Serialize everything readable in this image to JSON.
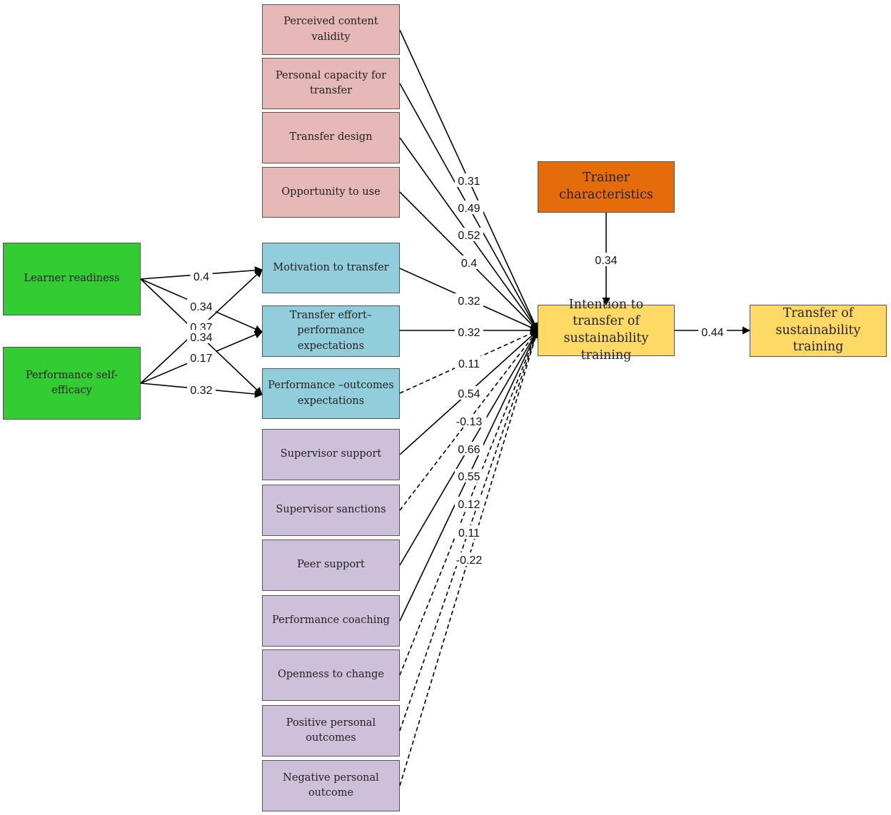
{
  "colors": {
    "content_factor": "#e6b8b7",
    "learner_trait": "#33cc33",
    "expectation": "#92cddc",
    "work_environment": "#ccc0da",
    "trainer": "#e46c0a",
    "outcome": "#ffd966",
    "edge": "#000000"
  },
  "nodes": {
    "perceived_content_validity": "Perceived content validity",
    "personal_capacity": "Personal capacity for transfer",
    "transfer_design": "Transfer design",
    "opportunity_to_use": "Opportunity to use",
    "learner_readiness": "Learner readiness",
    "performance_self_efficacy": "Performance self-efficacy",
    "motivation_to_transfer": "Motivation to transfer",
    "transfer_effort": "Transfer effort–performance expectations",
    "performance_outcomes": "Performance –outcomes expectations",
    "supervisor_support": "Supervisor support",
    "supervisor_sanctions": "Supervisor sanctions",
    "peer_support": "Peer support",
    "performance_coaching": "Performance coaching",
    "openness_to_change": "Openness to change",
    "positive_personal_outcomes": "Positive personal outcomes",
    "negative_personal_outcome": "Negative personal outcome",
    "trainer_characteristics": "Trainer characteristics",
    "intention_to_transfer": "Intention to transfer of sustainability training",
    "transfer_of_training": "Transfer of sustainability training"
  },
  "edges": [
    {
      "from": "perceived_content_validity",
      "to": "intention_to_transfer",
      "weight": "0.31",
      "style": "solid"
    },
    {
      "from": "personal_capacity",
      "to": "intention_to_transfer",
      "weight": "0.49",
      "style": "solid"
    },
    {
      "from": "transfer_design",
      "to": "intention_to_transfer",
      "weight": "0.52",
      "style": "solid"
    },
    {
      "from": "opportunity_to_use",
      "to": "intention_to_transfer",
      "weight": "0.4",
      "style": "solid"
    },
    {
      "from": "motivation_to_transfer",
      "to": "intention_to_transfer",
      "weight": "0.32",
      "style": "solid"
    },
    {
      "from": "transfer_effort",
      "to": "intention_to_transfer",
      "weight": "0.32",
      "style": "solid"
    },
    {
      "from": "performance_outcomes",
      "to": "intention_to_transfer",
      "weight": "0.11",
      "style": "dashed"
    },
    {
      "from": "supervisor_support",
      "to": "intention_to_transfer",
      "weight": "0.54",
      "style": "solid"
    },
    {
      "from": "supervisor_sanctions",
      "to": "intention_to_transfer",
      "weight": "-0.13",
      "style": "dashed"
    },
    {
      "from": "peer_support",
      "to": "intention_to_transfer",
      "weight": "0.66",
      "style": "solid"
    },
    {
      "from": "performance_coaching",
      "to": "intention_to_transfer",
      "weight": "0.55",
      "style": "solid"
    },
    {
      "from": "openness_to_change",
      "to": "intention_to_transfer",
      "weight": "0.12",
      "style": "dashed"
    },
    {
      "from": "positive_personal_outcomes",
      "to": "intention_to_transfer",
      "weight": "0.11",
      "style": "dashed"
    },
    {
      "from": "negative_personal_outcome",
      "to": "intention_to_transfer",
      "weight": "-0.22",
      "style": "dashed"
    },
    {
      "from": "learner_readiness",
      "to": "motivation_to_transfer",
      "weight": "0.4",
      "style": "solid"
    },
    {
      "from": "learner_readiness",
      "to": "transfer_effort",
      "weight": "0.34",
      "style": "solid"
    },
    {
      "from": "learner_readiness",
      "to": "performance_outcomes",
      "weight": "0.37",
      "style": "solid"
    },
    {
      "from": "performance_self_efficacy",
      "to": "motivation_to_transfer",
      "weight": "0.34",
      "style": "solid"
    },
    {
      "from": "performance_self_efficacy",
      "to": "transfer_effort",
      "weight": "0.17",
      "style": "solid"
    },
    {
      "from": "performance_self_efficacy",
      "to": "performance_outcomes",
      "weight": "0.32",
      "style": "solid"
    },
    {
      "from": "trainer_characteristics",
      "to": "intention_to_transfer",
      "weight": "0.34",
      "style": "solid"
    },
    {
      "from": "intention_to_transfer",
      "to": "transfer_of_training",
      "weight": "0.44",
      "style": "solid"
    }
  ]
}
